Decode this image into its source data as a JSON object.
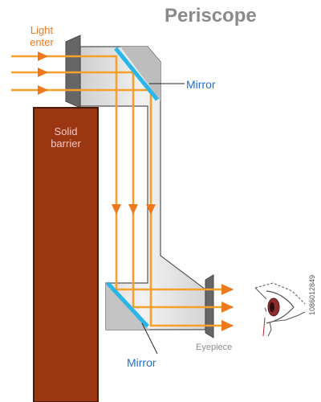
{
  "title": "Periscope",
  "labels": {
    "light_enter": "Light enter",
    "mirror_top": "Mirror",
    "mirror_bottom": "Mirror",
    "solid_barrier": "Solid barrier",
    "eyepiece": "Eyepiece"
  },
  "watermark_id": "1086012849",
  "colors": {
    "light_ray": "#f5a02a",
    "arrow_head": "#f0781c",
    "mirror": "#29b6e8",
    "tube": "#dcdcdc",
    "tube_outline": "#555555",
    "barrier": "#9b3612",
    "lens": "#666666",
    "title": "#8a8a8a",
    "label_blue": "#1f6fd1"
  }
}
